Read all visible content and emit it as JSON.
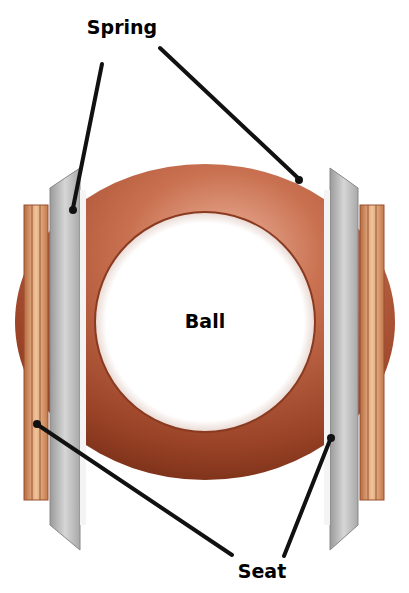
{
  "diagram": {
    "labels": [
      "Spring",
      "Ball",
      "Seat"
    ]
  }
}
